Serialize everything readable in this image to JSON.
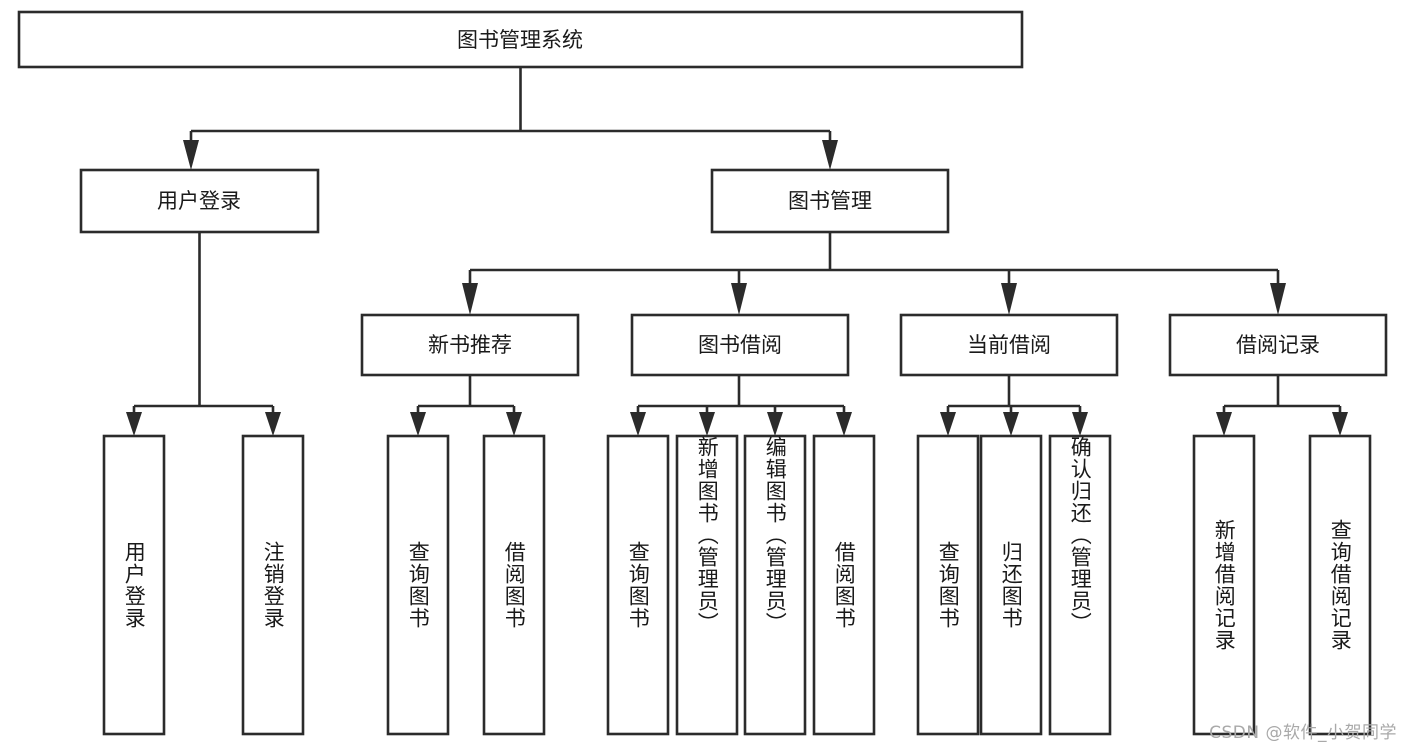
{
  "diagram": {
    "title": "图书管理系统",
    "type": "hierarchy-tree",
    "watermark": "CSDN @软件_小贺同学",
    "colors": {
      "stroke": "#2b2b2b",
      "fill": "#ffffff",
      "text": "#1a1a1a",
      "watermark": "#a9a9a9"
    },
    "levels": {
      "root": {
        "label": "图书管理系统"
      },
      "level2": [
        {
          "label": "用户登录"
        },
        {
          "label": "图书管理"
        }
      ],
      "level3": [
        {
          "label": "新书推荐"
        },
        {
          "label": "图书借阅"
        },
        {
          "label": "当前借阅"
        },
        {
          "label": "借阅记录"
        }
      ],
      "leaves": {
        "user_login": [
          {
            "label": "用户登录"
          },
          {
            "label": "注销登录"
          }
        ],
        "new_book_recommend": [
          {
            "label": "查询图书"
          },
          {
            "label": "借阅图书"
          }
        ],
        "book_borrow": [
          {
            "label": "查询图书"
          },
          {
            "label": "新增图书（管理员）"
          },
          {
            "label": "编辑图书（管理员）"
          },
          {
            "label": "借阅图书"
          }
        ],
        "current_borrow": [
          {
            "label": "查询图书"
          },
          {
            "label": "归还图书"
          },
          {
            "label": "确认归还（管理员）"
          }
        ],
        "borrow_records": [
          {
            "label": "新增借阅记录"
          },
          {
            "label": "查询借阅记录"
          }
        ]
      }
    }
  }
}
